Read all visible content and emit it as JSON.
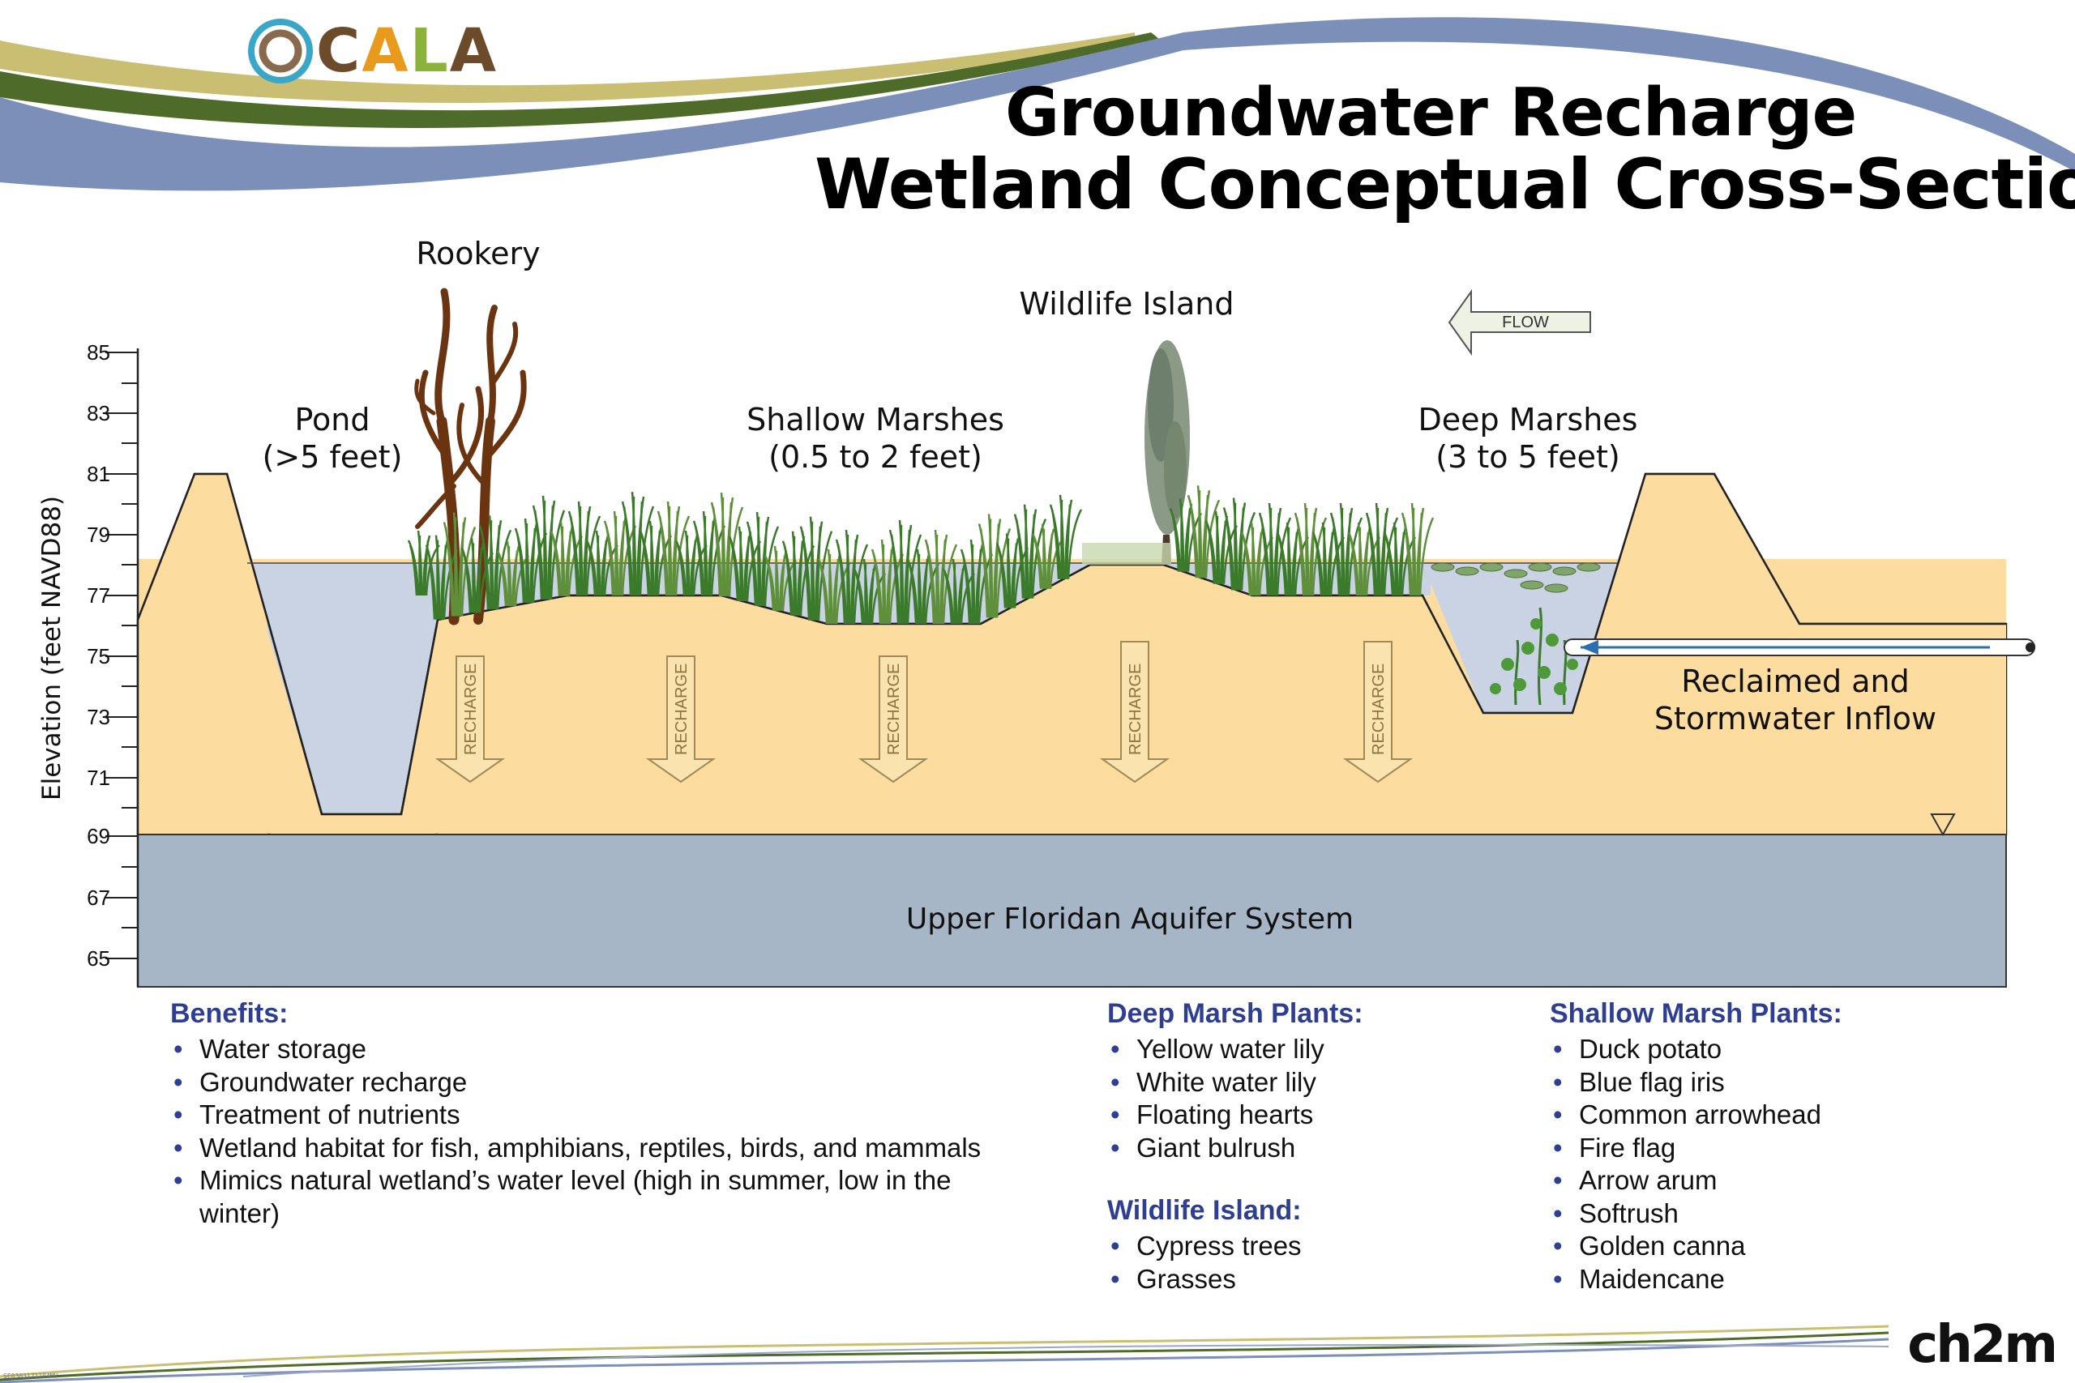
{
  "header": {
    "logo_text": "OCALA",
    "title_line1": "Groundwater Recharge",
    "title_line2": "Wetland Conceptual Cross-Section"
  },
  "diagram": {
    "y_axis_label": "Elevation (feet NAVD88)",
    "y_ticks": [
      "85",
      "83",
      "81",
      "79",
      "77",
      "75",
      "73",
      "71",
      "69",
      "67",
      "65"
    ],
    "zones": {
      "rookery": "Rookery",
      "pond_name": "Pond",
      "pond_depth": "(>5 feet)",
      "shallow_name": "Shallow Marshes",
      "shallow_depth": "(0.5 to 2 feet)",
      "island": "Wildlife Island",
      "deep_name": "Deep Marshes",
      "deep_depth": "(3 to 5 feet)",
      "inflow_line1": "Reclaimed and",
      "inflow_line2": "Stormwater Inflow",
      "aquifer": "Upper Floridan Aquifer System"
    },
    "flow_label": "FLOW",
    "recharge_label": "RECHARGE",
    "colors": {
      "soil": "#fcdc9f",
      "water": "#c9d3e3",
      "aquifer": "#a7b6c7",
      "band_olive": "#c9be72",
      "band_green": "#4f6b2a",
      "band_blue": "#7b8fb8",
      "heading_blue": "#2e3f91",
      "tree_brown": "#6b3410"
    }
  },
  "benefits": {
    "heading": "Benefits:",
    "items": [
      "Water storage",
      "Groundwater recharge",
      "Treatment of nutrients",
      "Wetland habitat for fish, amphibians, reptiles, birds, and mammals",
      "Mimics natural wetland’s water level (high in summer, low in the winter)"
    ]
  },
  "deep_marsh_plants": {
    "heading": "Deep Marsh Plants:",
    "items": [
      "Yellow water lily",
      "White water lily",
      "Floating hearts",
      "Giant bulrush"
    ]
  },
  "wildlife_island": {
    "heading": "Wildlife Island:",
    "items": [
      "Cypress trees",
      "Grasses"
    ]
  },
  "shallow_marsh_plants": {
    "heading": "Shallow Marsh Plants:",
    "items": [
      "Duck potato",
      "Blue flag iris",
      "Common arrowhead",
      "Fire flag",
      "Arrow arum",
      "Softrush",
      "Golden canna",
      "Maidencane"
    ]
  },
  "footer": {
    "brand": "ch2m",
    "tiny_code": "SE0303171104MV"
  }
}
